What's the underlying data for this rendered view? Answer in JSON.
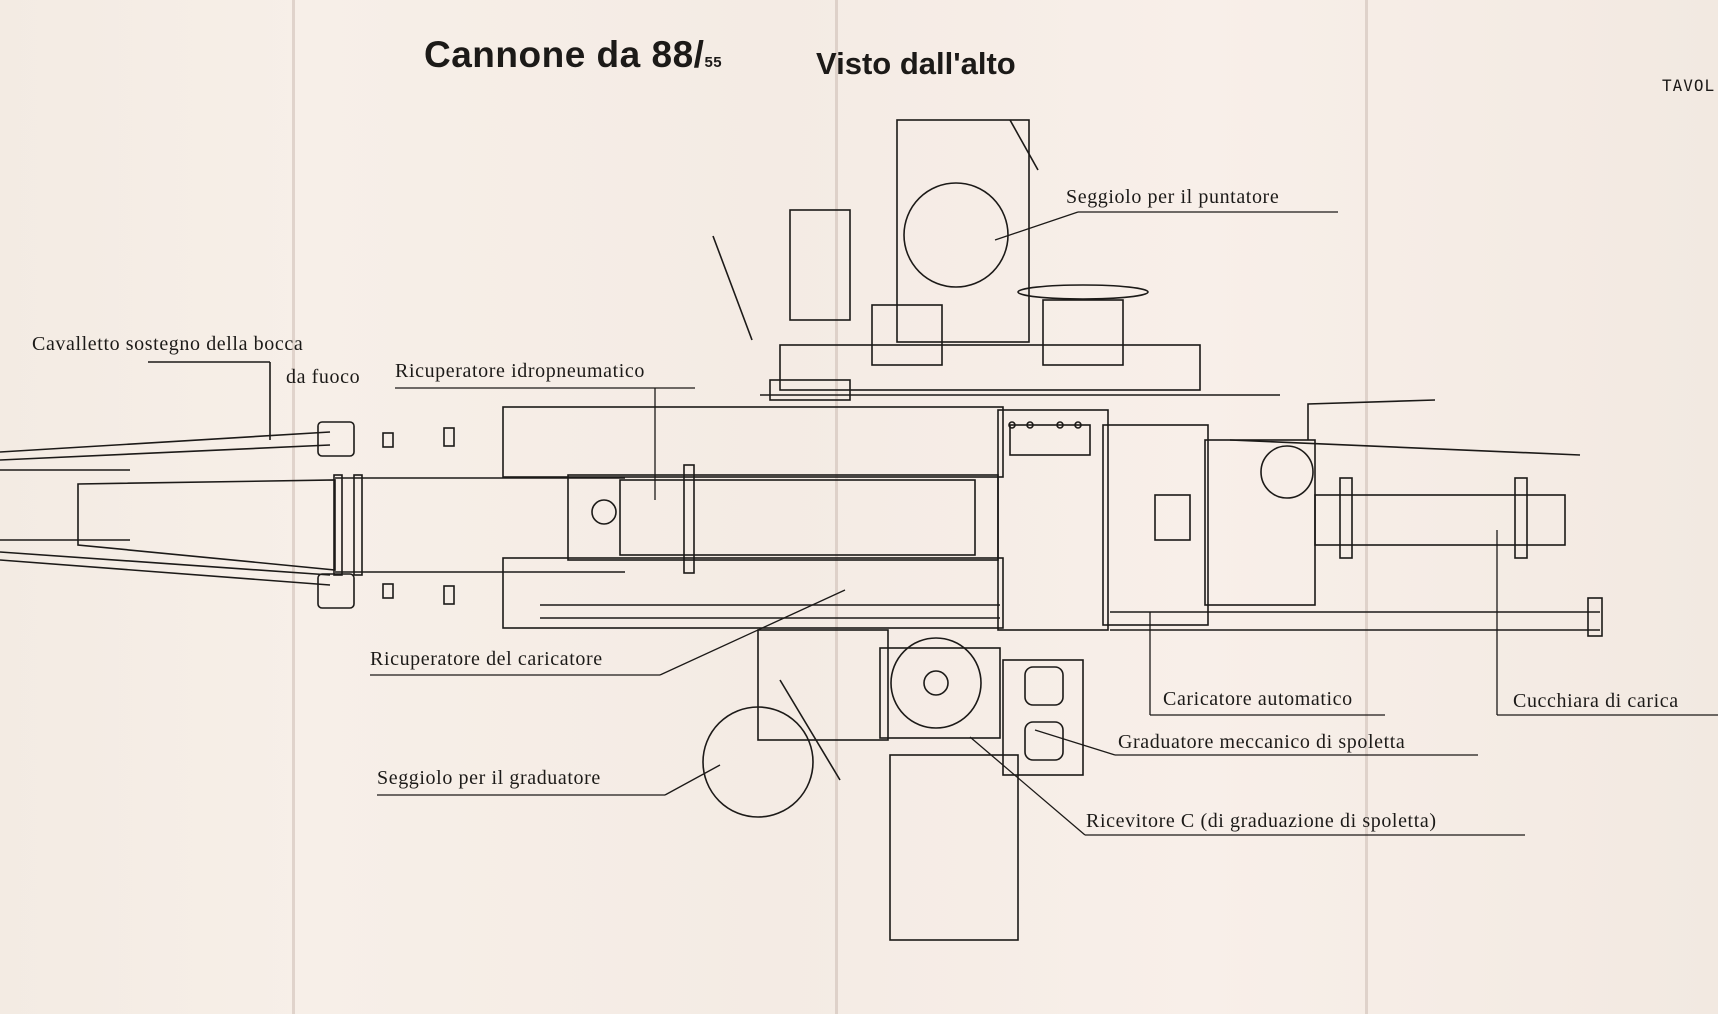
{
  "title": {
    "main": "Cannone da 88/",
    "sub": "55",
    "view": "Visto dall'alto"
  },
  "plate_label": "TAVOL",
  "labels": {
    "seggiolo_puntatore": "Seggiolo per il puntatore",
    "cavalletto_line1": "Cavalletto sostegno della bocca",
    "cavalletto_line2": "da fuoco",
    "ricuperatore_idro": "Ricuperatore idropneumatico",
    "ricuperatore_caricatore": "Ricuperatore del caricatore",
    "caricatore_automatico": "Caricatore automatico",
    "cucchiara": "Cucchiara di carica",
    "graduatore_meccanico": "Graduatore meccanico di spoletta",
    "seggiolo_graduatore": "Seggiolo per il graduatore",
    "ricevitore": "Ricevitore C (di graduazione di spoletta)"
  },
  "colors": {
    "paper": "#f4ece4",
    "ink": "#1c1a18"
  }
}
